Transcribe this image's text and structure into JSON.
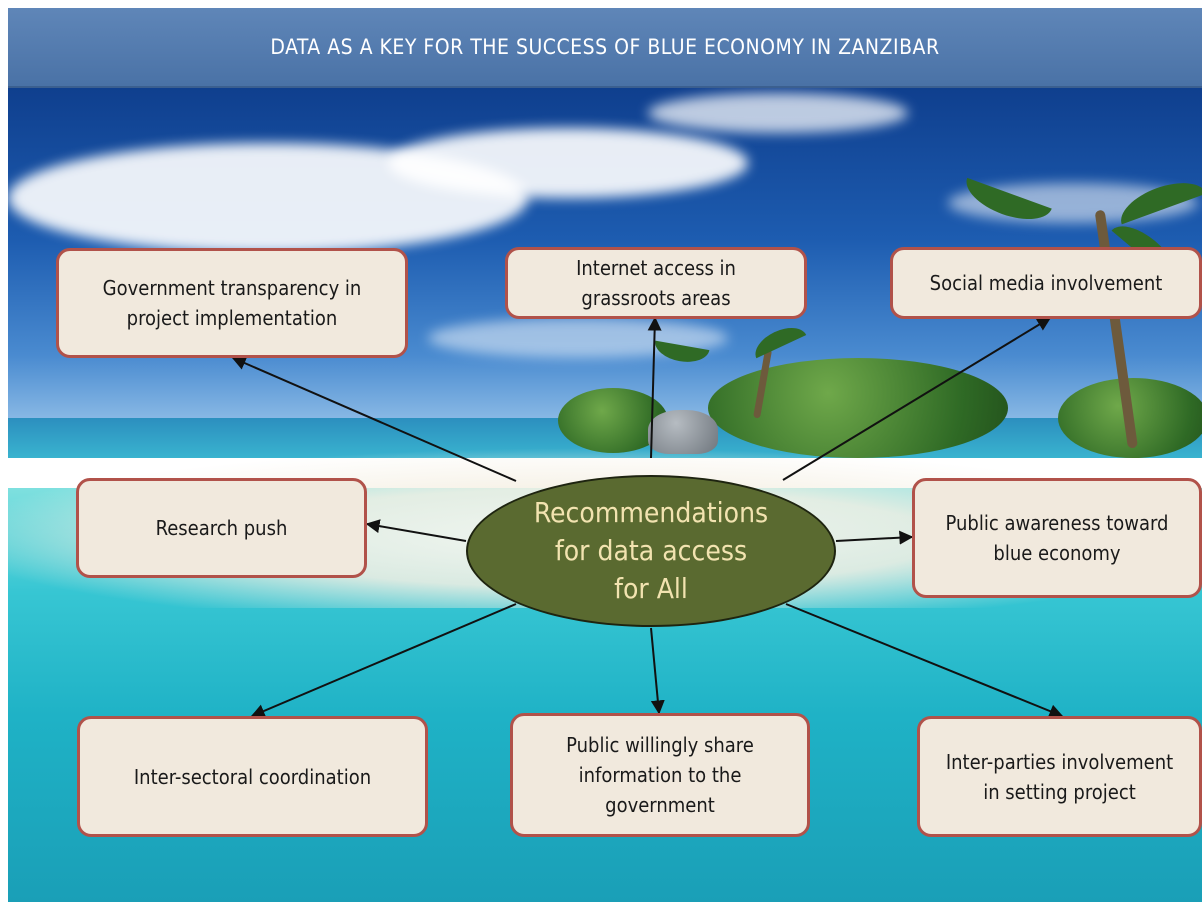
{
  "title": "DATA AS A KEY FOR THE SUCCESS OF BLUE ECONOMY IN ZANZIBAR",
  "hub": {
    "label": "Recommendations\nfor data access\nfor All"
  },
  "nodes": [
    {
      "id": "government-transparency",
      "label": "Government transparency in\nproject implementation"
    },
    {
      "id": "internet-access",
      "label": "Internet access in\ngrassroots areas"
    },
    {
      "id": "social-media",
      "label": "Social media involvement"
    },
    {
      "id": "research-push",
      "label": "Research push"
    },
    {
      "id": "public-awareness",
      "label": "Public awareness toward\nblue economy"
    },
    {
      "id": "inter-sectoral",
      "label": "Inter-sectoral coordination"
    },
    {
      "id": "public-share",
      "label": "Public willingly share\ninformation to the\ngovernment"
    },
    {
      "id": "inter-parties",
      "label": "Inter-parties involvement\nin setting project"
    }
  ],
  "colors": {
    "box_fill": "#f1e9dd",
    "box_border": "#b1524a",
    "hub_fill": "#5a6a30",
    "hub_text": "#f2e3b0",
    "title_bar": "#4f78ab",
    "arrow": "#111111"
  }
}
